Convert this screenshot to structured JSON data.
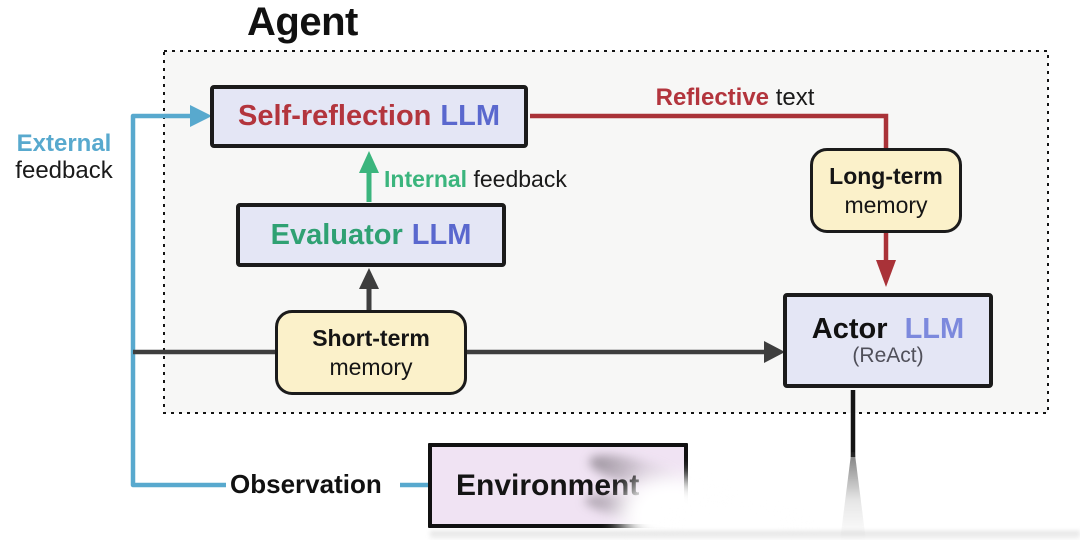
{
  "title": "Agent",
  "colors": {
    "agent_panel_bg": "#f7f7f6",
    "panel_dash_border": "#141414",
    "box_border": "#1b1b1b",
    "llm_box_fill": "#e4e6f5",
    "memory_box_fill": "#fbf1ca",
    "environment_fill": "#f0e3f3",
    "red_text": "#b3353d",
    "red_line": "#a93238",
    "llm_blue": "#5a68ce",
    "actor_llm_blue": "#7c89dd",
    "green_text": "#2fa173",
    "green_arrow": "#3bb57d",
    "sky_blue": "#58a9ce",
    "dark_line": "#3e3e3e",
    "black_line": "#141414",
    "react_gray": "#50505a",
    "text_black": "#111111"
  },
  "boxes": {
    "self_reflection": {
      "name": "Self-reflection",
      "type": "LLM"
    },
    "evaluator": {
      "name": "Evaluator",
      "type": "LLM"
    },
    "short_term_memory": {
      "line1": "Short-term",
      "line2": "memory"
    },
    "long_term_memory": {
      "line1": "Long-term",
      "line2": "memory"
    },
    "actor": {
      "name": "Actor",
      "type": "LLM",
      "subtitle": "(ReAct)"
    },
    "environment": {
      "label": "Environment"
    }
  },
  "labels": {
    "external_feedback": {
      "emphasis": "External",
      "rest": "feedback"
    },
    "internal_feedback": {
      "emphasis": "Internal",
      "rest": "feedback"
    },
    "reflective_text": {
      "emphasis": "Reflective",
      "rest": "text"
    },
    "observation": "Observation"
  }
}
